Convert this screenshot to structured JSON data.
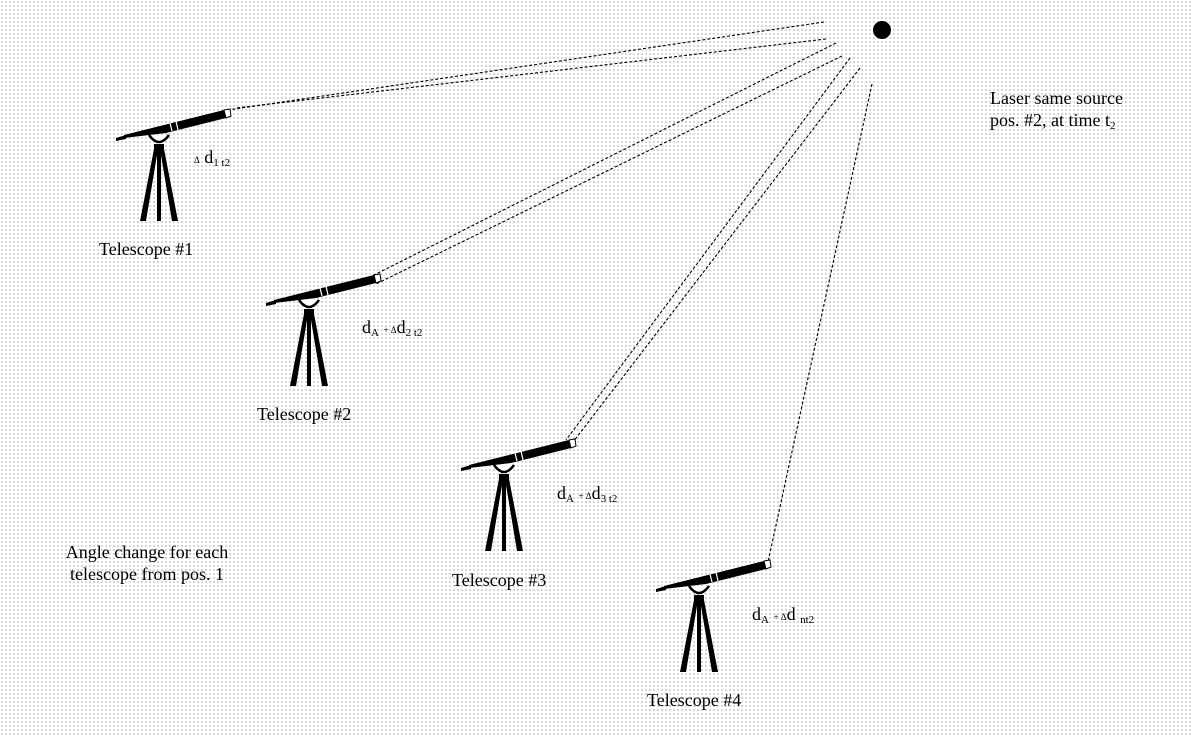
{
  "source": {
    "label_line1": "Laser same source",
    "label_line2_main": "pos. #2, at time t",
    "label_line2_sub": "2"
  },
  "note": {
    "line1": "Angle change for each",
    "line2": "telescope from pos. 1"
  },
  "telescopes": [
    {
      "name": "Telescope #1",
      "dist": {
        "lead": "",
        "lead_sub": "",
        "delta": "Δ",
        "d": "d",
        "sub": "1 t2"
      }
    },
    {
      "name": "Telescope #2",
      "dist": {
        "lead": "d",
        "lead_sub": "A",
        "delta": "+ Δ",
        "d": "d",
        "sub": "2 t2"
      }
    },
    {
      "name": "Telescope #3",
      "dist": {
        "lead": "d",
        "lead_sub": "A",
        "delta": "+ Δ",
        "d": "d",
        "sub": "3 t2"
      }
    },
    {
      "name": "Telescope #4",
      "dist": {
        "lead": "d",
        "lead_sub": "A",
        "delta": "+ Δ",
        "d": "d",
        "sub": "nt2"
      }
    }
  ]
}
